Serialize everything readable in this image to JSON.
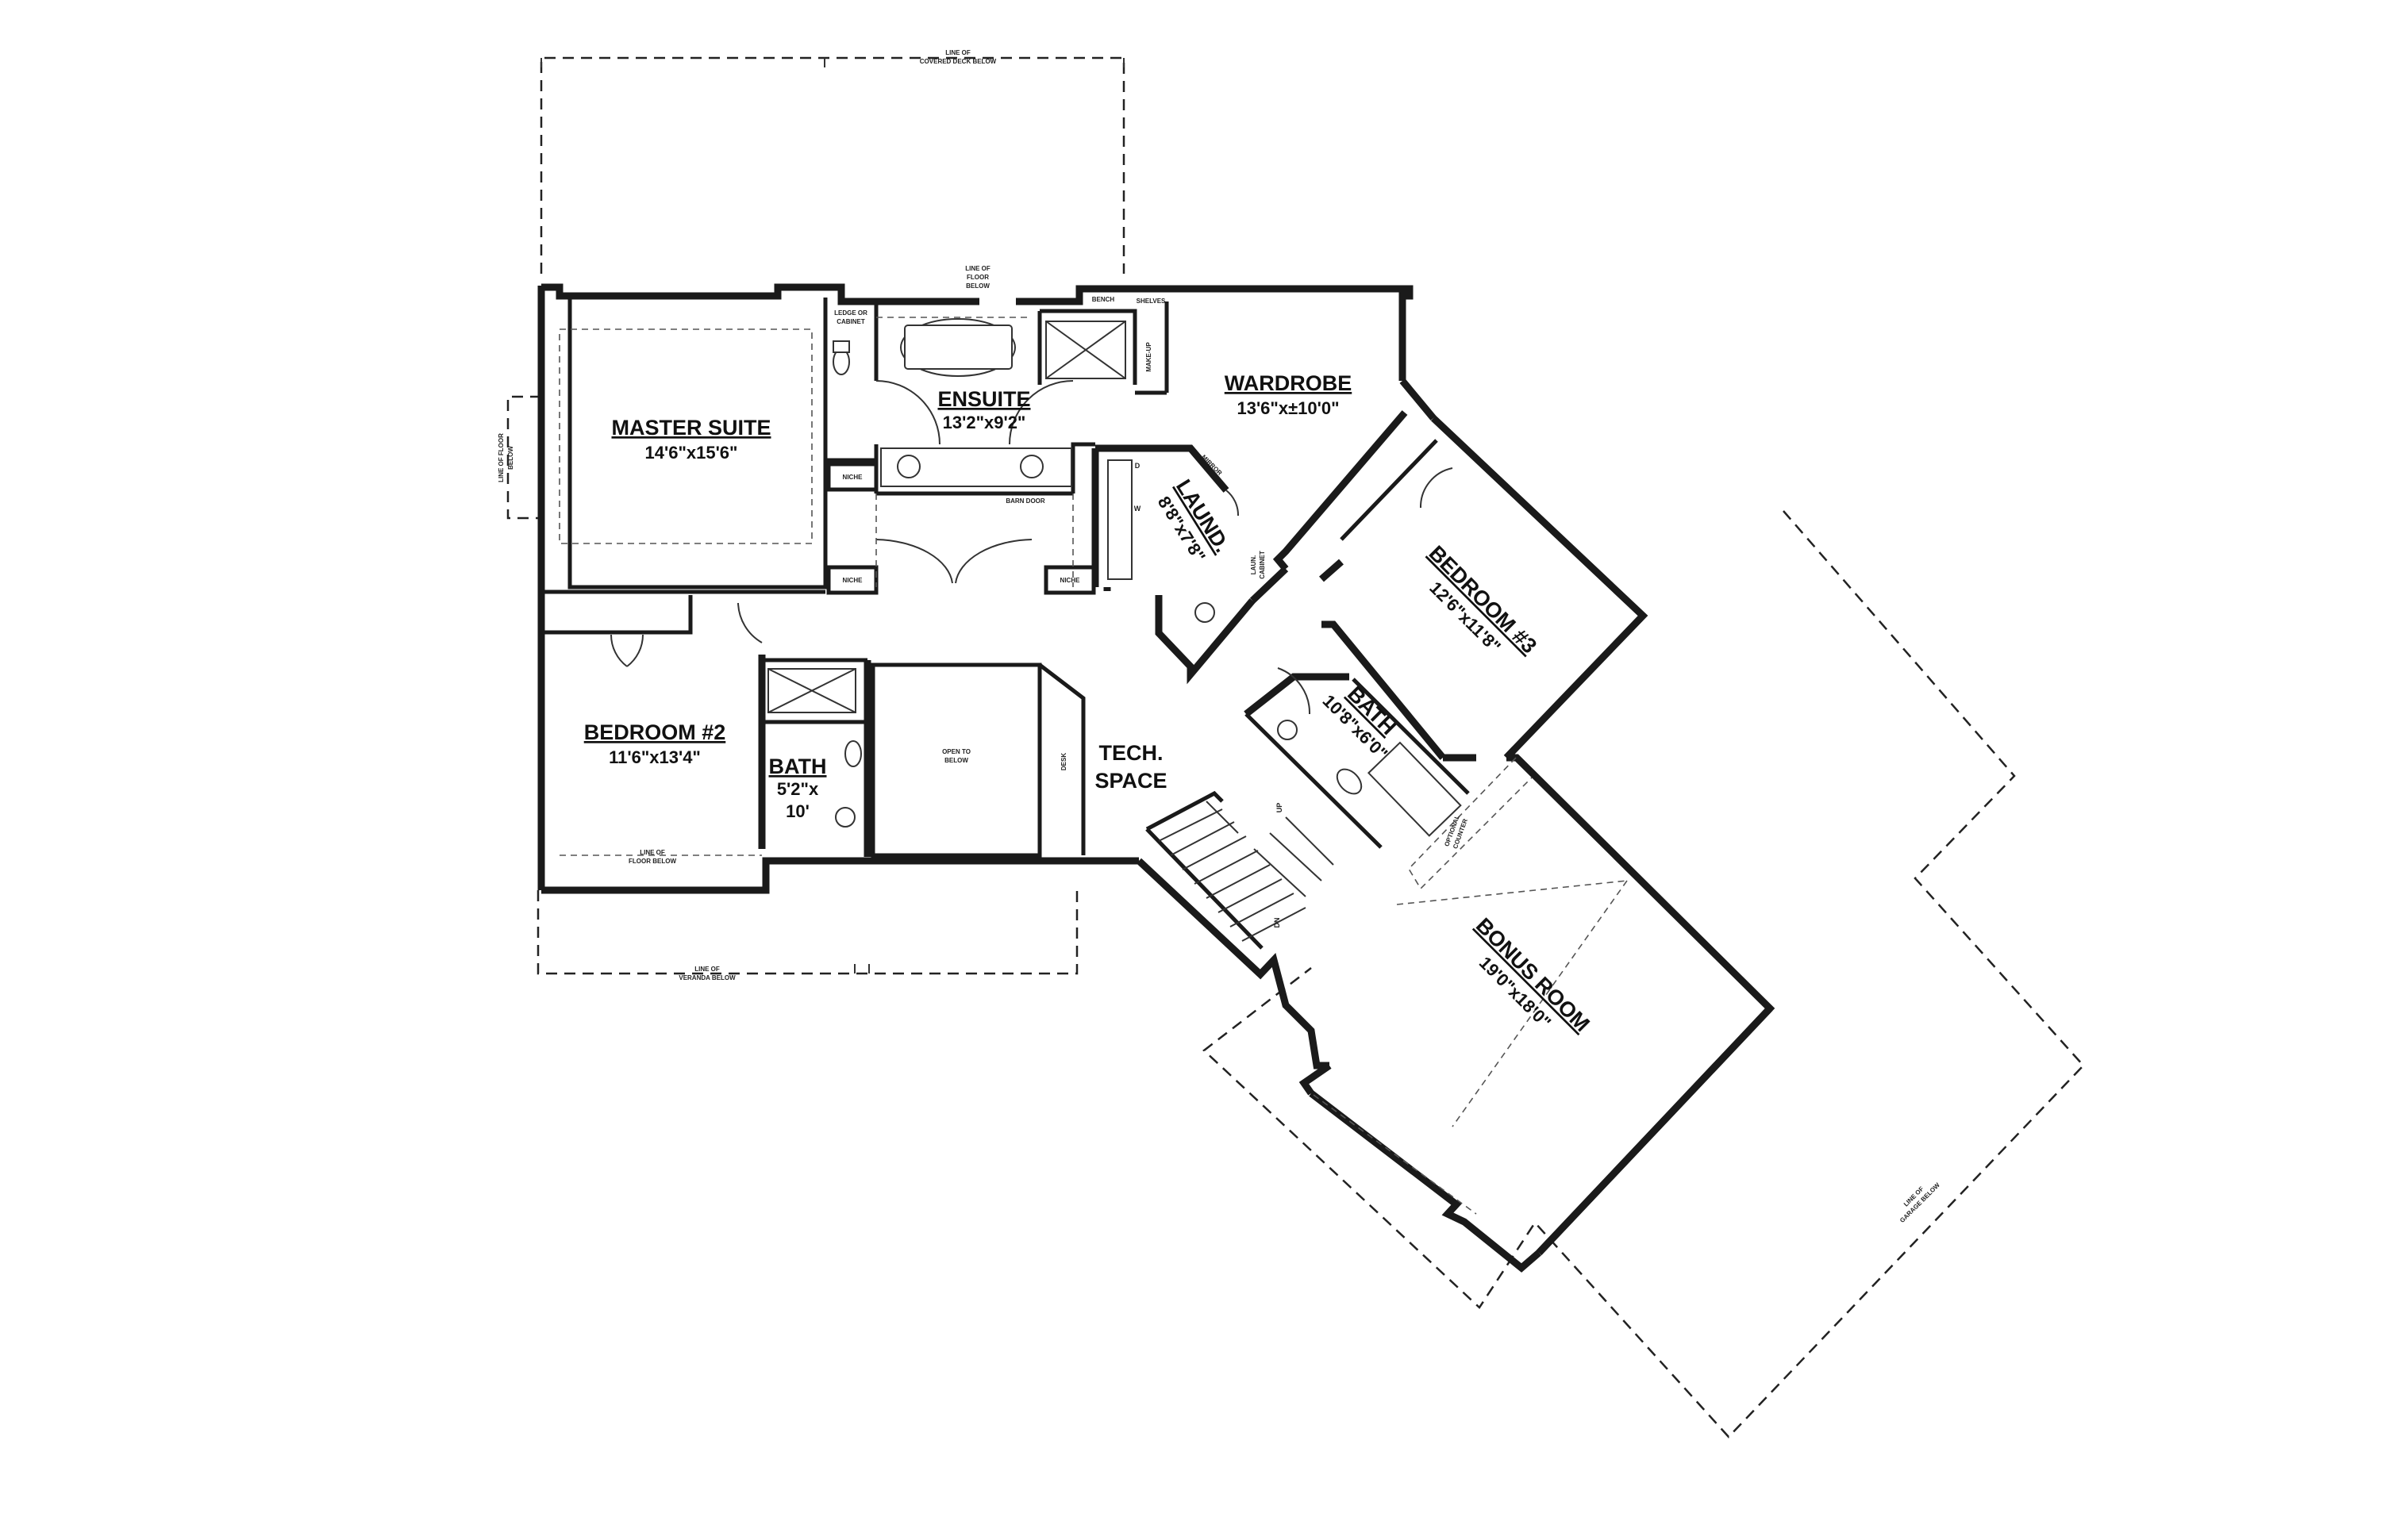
{
  "rooms": {
    "master": {
      "name": "MASTER SUITE",
      "dim": "14'6\"x15'6\""
    },
    "ensuite": {
      "name": "ENSUITE",
      "dim": "13'2\"x9'2\""
    },
    "wardrobe": {
      "name": "WARDROBE",
      "dim": "13'6\"x±10'0\""
    },
    "laundry": {
      "name": "LAUND.",
      "dim": "8'8\"x7'8\""
    },
    "bedroom3": {
      "name": "BEDROOM #3",
      "dim": "12'6\"x11'8\""
    },
    "bath3": {
      "name": "BATH",
      "dim": "10'8\"x6'0\""
    },
    "bedroom2": {
      "name": "BEDROOM #2",
      "dim": "11'6\"x13'4\""
    },
    "bath2": {
      "name": "BATH",
      "dim1": "5'2\"x",
      "dim2": "10'"
    },
    "tech": {
      "line1": "TECH.",
      "line2": "SPACE"
    },
    "bonus": {
      "name": "BONUS ROOM",
      "dim": "19'0\"x18'0\""
    }
  },
  "notes": {
    "covered_deck_1": "LINE OF",
    "covered_deck_2": "COVERED DECK BELOW",
    "floor_below_top_1": "LINE OF",
    "floor_below_top_2": "FLOOR",
    "floor_below_top_3": "BELOW",
    "floor_below_left_1": "LINE OF FLOOR",
    "floor_below_left_2": "BELOW",
    "ledge": "LEDGE OR",
    "cabinet": "CABINET",
    "bench": "BENCH",
    "shelves": "SHELVES",
    "makeup": "MAKE-UP",
    "niche_1": "NICHE",
    "niche_2": "NICHE",
    "niche_3": "NICHE",
    "barn_door": "BARN DOOR",
    "mirror": "MIRROR",
    "laun_cabinet_1": "LAUN.",
    "laun_cabinet_2": "CABINET",
    "washer": "W",
    "dryer": "D",
    "open_to_1": "OPEN TO",
    "open_to_2": "BELOW",
    "desk": "DESK",
    "floor_below_bed2_1": "LINE OF",
    "floor_below_bed2_2": "FLOOR BELOW",
    "veranda_1": "LINE OF",
    "veranda_2": "VERANDA BELOW",
    "optional_1": "OPTIONAL",
    "optional_2": "COUNTER",
    "up": "UP",
    "dn": "DN",
    "garage_1": "LINE OF",
    "garage_2": "GARAGE BELOW"
  }
}
